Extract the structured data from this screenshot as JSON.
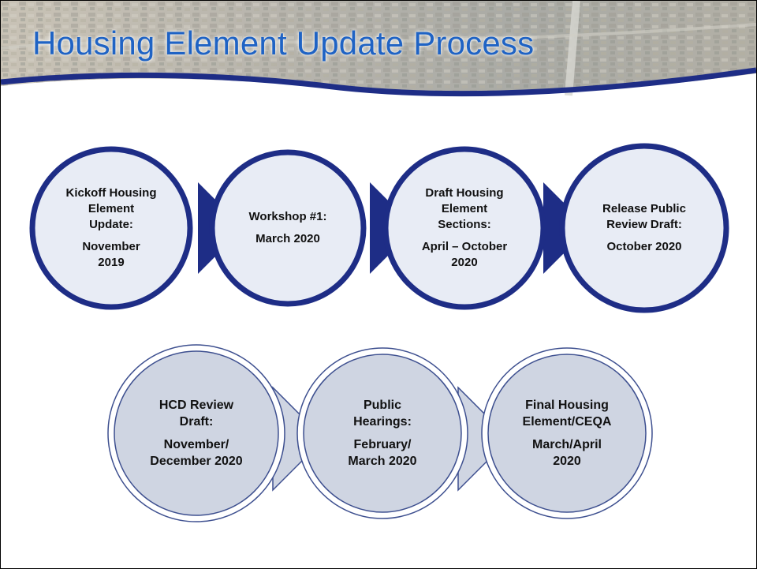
{
  "title": "Housing Element Update Process",
  "colors": {
    "title": "#1f63c4",
    "ring_dark": "#1e2d86",
    "fill_light": "#e8ecf5",
    "fill_gray": "#cfd5e2",
    "ring_light": "#3d4f8f"
  },
  "row1": [
    {
      "label": "Kickoff Housing\nElement\nUpdate:",
      "date": "November\n2019"
    },
    {
      "label": "Workshop #1:",
      "date": "March 2020"
    },
    {
      "label": "Draft Housing\nElement\nSections:",
      "date": "April – October\n2020"
    },
    {
      "label": "Release Public\nReview Draft:",
      "date": "October 2020"
    }
  ],
  "row2": [
    {
      "label": "HCD Review\nDraft:",
      "date": "November/\nDecember 2020"
    },
    {
      "label": "Public\nHearings:",
      "date": "February/\nMarch 2020"
    },
    {
      "label": "Final Housing\nElement/CEQA",
      "date": "March/April\n2020"
    }
  ]
}
